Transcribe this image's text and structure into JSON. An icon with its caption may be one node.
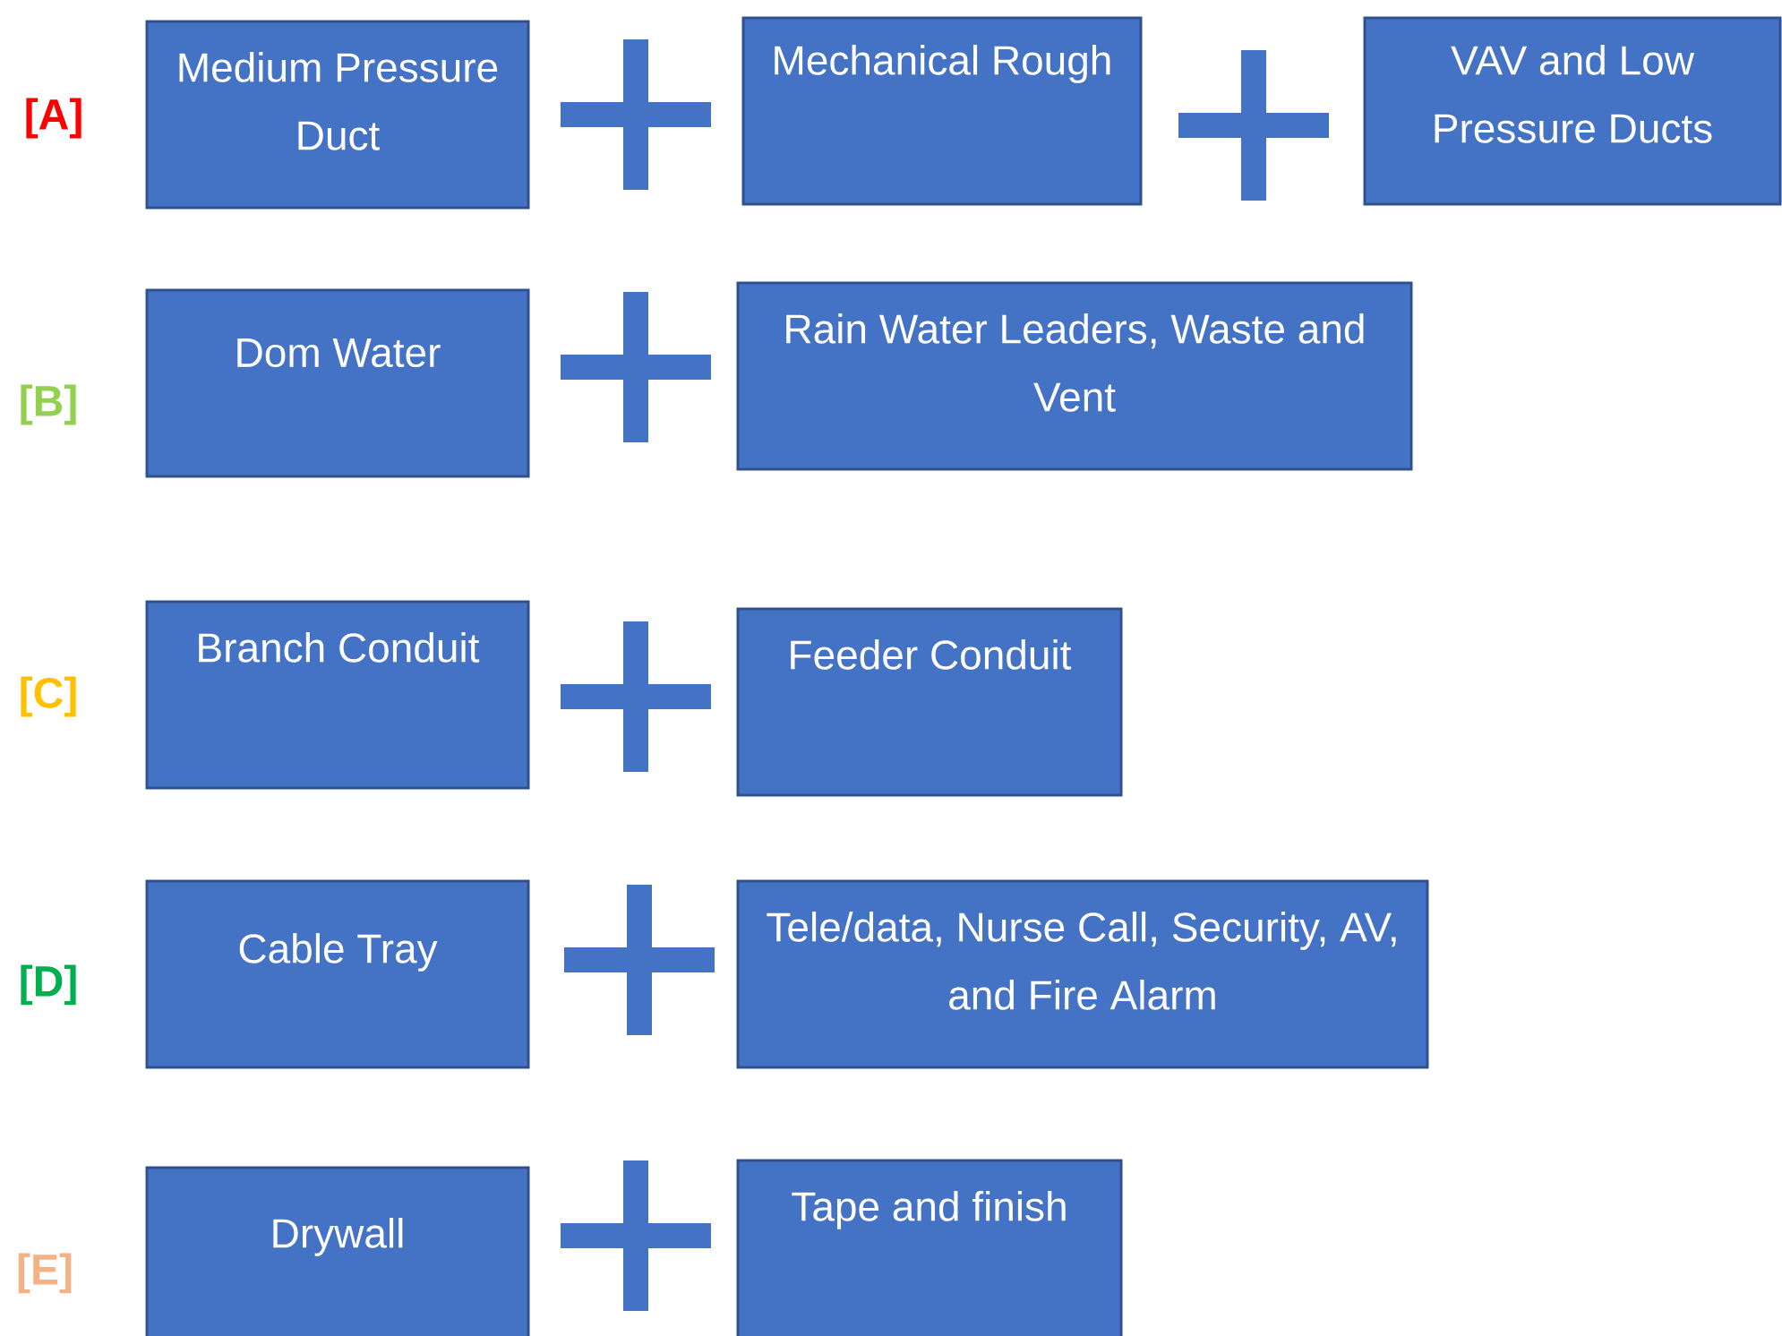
{
  "diagram": {
    "nodes": [
      {
        "text": [
          "Medium Pressure Duct"
        ]
      },
      {
        "text": [
          "Mechanical Rough"
        ]
      },
      {
        "text": [
          "VAV and Low Pressure Ducts"
        ]
      },
      {
        "text": [
          "Dom Water"
        ]
      },
      {
        "text": [
          "Rain Water Leaders, Waste and Vent"
        ]
      },
      {
        "text": [
          "Branch Conduit"
        ]
      },
      {
        "text": [
          "Feeder Conduit"
        ]
      },
      {
        "text": [
          "Cable Tray"
        ]
      },
      {
        "text": [
          "Tele/data, Nurse Call, Security, AV, and Fire Alarm"
        ]
      },
      {
        "text": [
          "Drywall"
        ]
      },
      {
        "text": [
          "Tape and finish"
        ]
      }
    ],
    "labels": [
      "[A]",
      "[B]",
      "[C]",
      "[D]",
      "[E]"
    ]
  }
}
